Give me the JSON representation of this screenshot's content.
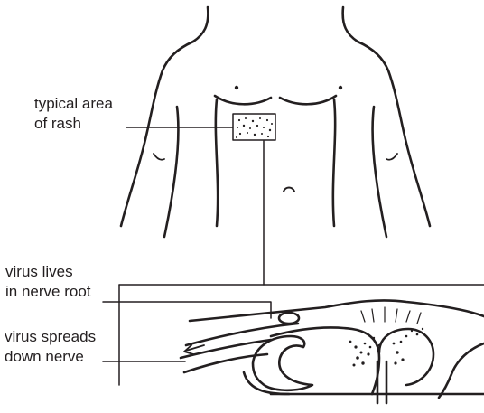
{
  "labels": {
    "rash": [
      "typical area",
      "of rash"
    ],
    "nerve_root": [
      "virus lives",
      "in nerve root"
    ],
    "spread": [
      "virus spreads",
      "down nerve"
    ]
  },
  "colors": {
    "ink": "#231f20",
    "background": "#ffffff"
  }
}
